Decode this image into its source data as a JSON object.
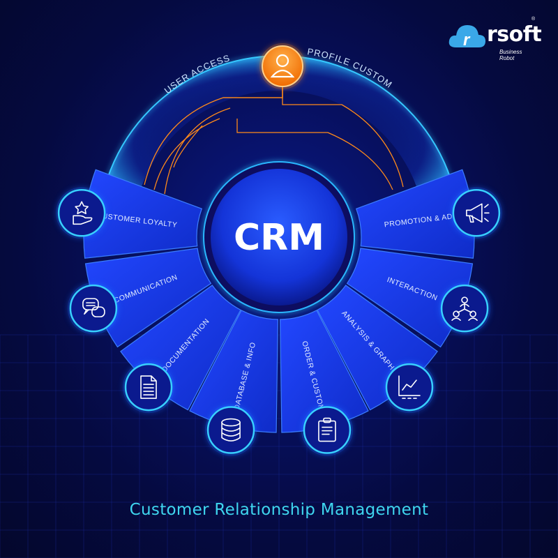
{
  "brand": {
    "name": "rsoft",
    "tagline": "Business Robot",
    "registered": "®",
    "cloud_letter": "r"
  },
  "center": {
    "label": "CRM"
  },
  "top": {
    "left_label": "USER ACCESS",
    "right_label": "PROFILE CUSTOM",
    "icon": "user-icon"
  },
  "segments": [
    {
      "label": "CUSTOMER LOYALTY",
      "icon": "hand-star-icon"
    },
    {
      "label": "COMMUNICATION",
      "icon": "chat-bubbles-icon"
    },
    {
      "label": "DOCUMENTATION",
      "icon": "document-icon"
    },
    {
      "label": "DATABASE & INFO",
      "icon": "database-icon"
    },
    {
      "label": "ORDER & CUSTOM",
      "icon": "clipboard-icon"
    },
    {
      "label": "ANALYSIS & GRAPHICS",
      "icon": "line-chart-icon"
    },
    {
      "label": "INTERACTION",
      "icon": "network-users-icon"
    },
    {
      "label": "PROMOTION & ADS",
      "icon": "megaphone-icon"
    }
  ],
  "footer": {
    "title": "Customer Relationship Management"
  },
  "colors": {
    "accent": "#3fd6ef",
    "segment": "#1a3cf0",
    "orange": "#ff8a1a",
    "background": "#050a40"
  }
}
